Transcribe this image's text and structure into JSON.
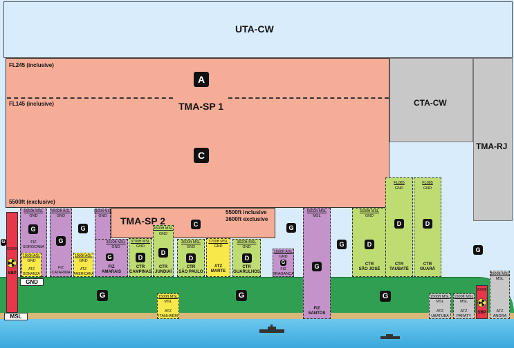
{
  "uta": {
    "label": "UTA-CW"
  },
  "tma_sp1": {
    "label": "TMA-SP 1",
    "fl245": "FL245 (inclusive)",
    "fl145": "FL145 (inclusive)",
    "exclusive": "5500ft (exclusive)",
    "class_upper": "A",
    "class_lower": "C"
  },
  "cta_cw": {
    "label": "CTA-CW"
  },
  "tma_rj": {
    "label": "TMA-RJ"
  },
  "tma_sp2": {
    "label": "TMA-SP 2",
    "incl": "5500ft inclusive",
    "excl": "3600ft exclusive",
    "class": "C"
  },
  "labels": {
    "gnd": "GND",
    "msl": "MSL"
  },
  "sbp_left": {
    "alt": "5200ft",
    "name": "SBP"
  },
  "sbp_right": {
    "alt": "2000ft",
    "name": "SBP"
  },
  "zones": {
    "fiz_sorocaba": {
      "top": "5500ft MSL",
      "bottom": "GND",
      "name": "FIZ\nSOROCABA",
      "class": "G"
    },
    "atz_bonanza": {
      "top": "1000ft AGL",
      "bottom": "GND",
      "name": "ATZ\nBONANZA"
    },
    "fiz_catarina": {
      "top": "5500ft AGL",
      "bottom": "GND",
      "name": "FIZ\nCATARINA",
      "class": "G"
    },
    "atz_americana": {
      "top": "1000ft AGL",
      "bottom": "GND",
      "name": "ATZ\nAMERICANA"
    },
    "fiz_amarais_upper": {
      "top": "5500ft MSL",
      "bottom": "GND"
    },
    "fiz_amarais": {
      "top": "3600ft MSL",
      "bottom": "GND",
      "name": "FIZ\nAMARAIS",
      "class": "G"
    },
    "ctr_campinas": {
      "top": "3700ft MSL",
      "bottom": "GND",
      "name": "CTR\nCAMPINAS",
      "class": "D"
    },
    "ctr_jundiai": {
      "top": "4500ft MSL",
      "bottom": "GND",
      "name": "CTR\nJUNDIAÍ",
      "class": "D"
    },
    "ctr_saopaulo": {
      "top": "3600ft MSL",
      "bottom": "GND",
      "name": "CTR\nSÃO PAULO",
      "class": "D"
    },
    "atz_marte": {
      "top": "3700ft MSL",
      "bottom": "GND",
      "name": "ATZ\nMARTE"
    },
    "ctr_guarulhos": {
      "top": "3600ft MSL",
      "bottom": "GND",
      "name": "CTR\nGUARULHOS",
      "class": "D"
    },
    "fiz_braganca": {
      "top": "1600ft AGL",
      "bottom": "GND",
      "name": "FIZ\nBRAGANÇA",
      "class": "G"
    },
    "fiz_santos": {
      "top": "5500ft MSL",
      "bottom": "MSL",
      "name": "FIZ\nSANTOS",
      "class": "G"
    },
    "ctr_saojose": {
      "top": "5500ft MSL",
      "bottom": "GND",
      "name": "CTR\nSÃO JOSÉ",
      "class": "D"
    },
    "ctr_taubate": {
      "top": "FL085",
      "bottom": "GND",
      "name": "CTR\nTAUBATÉ",
      "class": "D"
    },
    "ctr_guara": {
      "top": "FL085",
      "bottom": "GND",
      "name": "CTR\nGUARÁ",
      "class": "D"
    },
    "atz_itanhaem": {
      "top": "1500ft MSL",
      "bottom": "MSL",
      "name": "ATZ\nITANHAÉM"
    },
    "atz_ubatuba": {
      "top": "1500ft MSL",
      "bottom": "MSL",
      "name": "ATZ\nUBATUBA"
    },
    "atz_paraty": {
      "top": "1500ft MSL",
      "bottom": "MSL",
      "name": "ATZ\nPARATY"
    },
    "atz_angra": {
      "top": "3500ft MSL",
      "bottom": "MSL",
      "name": "ATZ\nANGRA"
    }
  },
  "class_g": "G",
  "colors": {
    "sky": "#d8ecfb",
    "tma": "#f6ad98",
    "cta": "#c8c8c8",
    "fiz": "#c393c9",
    "ctr": "#bfdc73",
    "atz": "#f8e84a",
    "ground": "#2fa052",
    "sand": "#d9b77a",
    "sea": "#5cc0e8",
    "sbp": "#e8364a"
  }
}
